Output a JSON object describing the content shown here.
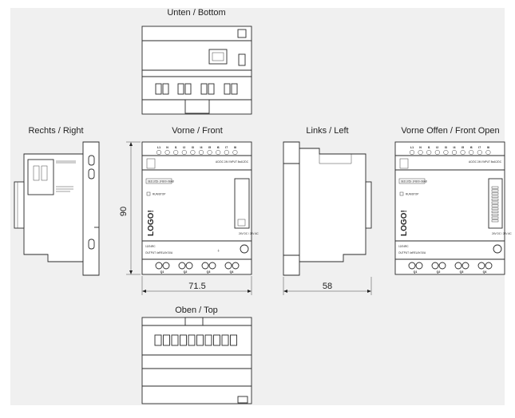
{
  "views": {
    "bottom": "Unten / Bottom",
    "right": "Rechts / Right",
    "front": "Vorne / Front",
    "left": "Links / Left",
    "front_open": "Vorne Offen / Front Open",
    "top": "Oben / Top"
  },
  "dimensions": {
    "height": "90",
    "width": "71.5",
    "depth": "58"
  },
  "module": {
    "logo": "LOGO!",
    "input_header": "AC/DC  24V  INPUT 8xAC/DC",
    "order_no": "6ED1052-1FB00-0BA8",
    "run_stop": "RUN/STOP",
    "power_label": "24V DC / 24V AC",
    "output_label": "OUTPUT 4xRELAY/10A",
    "model": "12/24RC",
    "input_terminals": [
      "L1",
      "N",
      "I1",
      "I2",
      "I3",
      "I4",
      "I5",
      "I6",
      "I7",
      "I8"
    ],
    "output_terminals": [
      "Q1",
      "Q2",
      "Q3",
      "Q4"
    ]
  }
}
